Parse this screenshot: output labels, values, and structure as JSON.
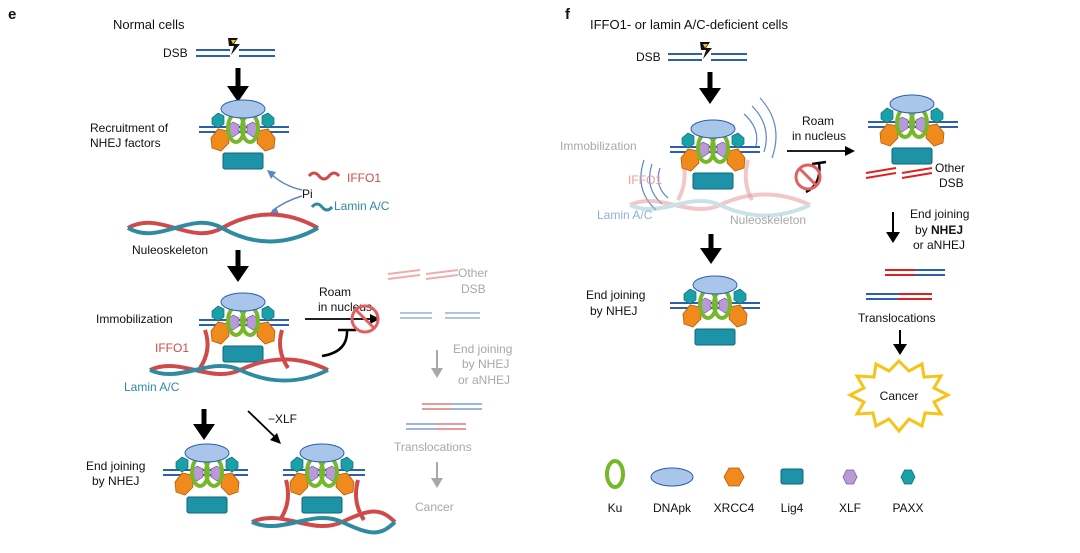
{
  "panel_e": {
    "letter": "e",
    "heading": "Normal cells",
    "dsb": "DSB",
    "recruitment_line1": "Recruitment of",
    "recruitment_line2": "NHEJ factors",
    "iffo1": "IFFO1",
    "pi": "Pi",
    "lamin": "Lamin A/C",
    "nucleoskeleton": "Nuleoskeleton",
    "immobilization": "Immobilization",
    "roam_line1": "Roam",
    "roam_line2": "in nucleus",
    "iffo1_lower": "IFFO1",
    "lamin_lower": "Lamin A/C",
    "other_line1": "Other",
    "other_line2": "DSB",
    "endjoin_line1": "End joining",
    "endjoin_line2": "by NHEJ",
    "endjoin_line3": "or aNHEJ",
    "translocations": "Translocations",
    "cancer": "Cancer",
    "minus_xlf": "−XLF",
    "endjoin_nhej_line1": "End joining",
    "endjoin_nhej_line2": "by NHEJ"
  },
  "panel_f": {
    "letter": "f",
    "heading": "IFFO1- or lamin A/C-deficient cells",
    "dsb": "DSB",
    "immobilization": "Immobilization",
    "iffo1_faded": "IFFO1",
    "lamin": "Lamin A/C",
    "nucleoskeleton": "Nuleoskeleton",
    "roam_line1": "Roam",
    "roam_line2": "in nucleus",
    "other_line1": "Other",
    "other_line2": "DSB",
    "endjoin_line1": "End joining",
    "endjoin_line2_pre": "by ",
    "endjoin_line2_bold": "NHEJ",
    "endjoin_line3": "or aNHEJ",
    "endjoin_nhej_line1": "End joining",
    "endjoin_nhej_line2": "by NHEJ",
    "translocations": "Translocations",
    "cancer": "Cancer"
  },
  "legend": [
    {
      "label": "Ku",
      "shape": "ku-ring-icon"
    },
    {
      "label": "DNApk",
      "shape": "dnapk-ellipse-icon"
    },
    {
      "label": "XRCC4",
      "shape": "xrcc4-hexagon-icon"
    },
    {
      "label": "Lig4",
      "shape": "lig4-box-icon"
    },
    {
      "label": "XLF",
      "shape": "xlf-hexagon-icon"
    },
    {
      "label": "PAXX",
      "shape": "paxx-hexagon-icon"
    }
  ],
  "colors": {
    "dna_blue": "#2b5fb0",
    "dsb_red": "#e02020",
    "iffo1_red": "#d04a4a",
    "lamin_teal": "#2e8ba0",
    "ku_green": "#76b82a",
    "dnapk_blue": "#a9c6ea",
    "xrcc4_orange": "#f08a1c",
    "lig4_teal": "#1e93a8",
    "xlf_purple": "#b79ad6",
    "paxx_teal": "#1aa0a8",
    "faded_gray": "#a8a8a8",
    "cancer_yellow": "#f6c418"
  }
}
